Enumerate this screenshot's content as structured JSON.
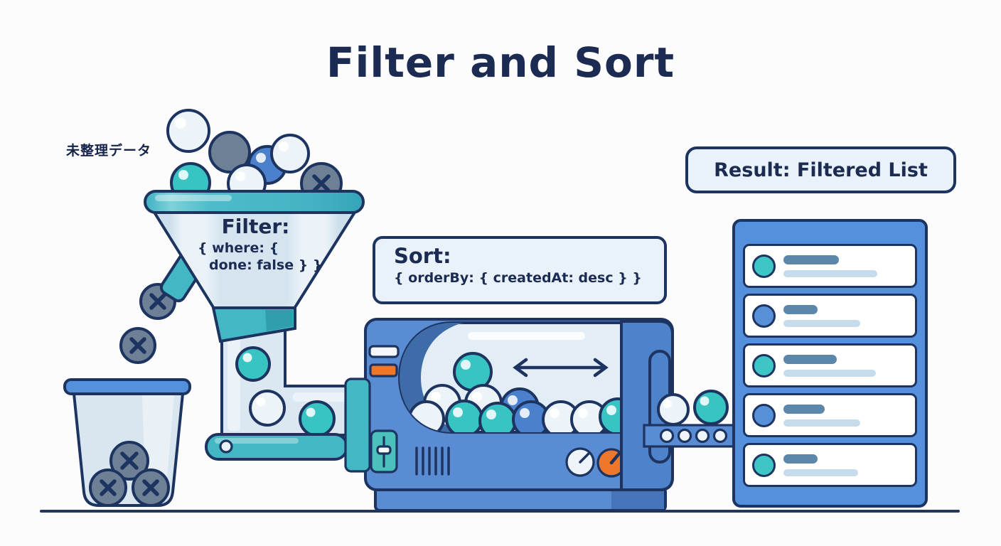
{
  "title": "Filter and Sort",
  "labels": {
    "unsorted_data": "未整理データ"
  },
  "funnel": {
    "heading": "Filter:",
    "code_line1": "{ where: {",
    "code_line2": "done: false } }"
  },
  "sort_box": {
    "heading": "Sort:",
    "code": "{ orderBy: { createdAt: desc } }"
  },
  "result_box": {
    "label": "Result: Filtered List"
  },
  "result_list": {
    "cards": [
      {
        "circle_color": "#3ec6c6",
        "bar1_width": 78,
        "bar2_width": 132
      },
      {
        "circle_color": "#5590d8",
        "bar1_width": 48,
        "bar2_width": 108
      },
      {
        "circle_color": "#3ec6c6",
        "bar1_width": 75,
        "bar2_width": 130
      },
      {
        "circle_color": "#5590d8",
        "bar1_width": 58,
        "bar2_width": 108
      },
      {
        "circle_color": "#3ec6c6",
        "bar1_width": 48,
        "bar2_width": 105
      }
    ]
  },
  "icons": {
    "reject": "x-mark",
    "sort_direction": "double-arrow"
  },
  "colors": {
    "navy_outline": "#1d3461",
    "text_navy": "#1c2b52",
    "teal": "#43b7c3",
    "machine_blue": "#5a8cd4",
    "panel_blue": "#5590dc",
    "light_fill": "#dce8f1",
    "box_fill": "#e9f2fa",
    "orange": "#f0762a",
    "gray_ball": "#6d8096",
    "white_ball": "#edf4f9",
    "blue_ball": "#4a80cc",
    "teal_ball": "#38c4c2"
  }
}
